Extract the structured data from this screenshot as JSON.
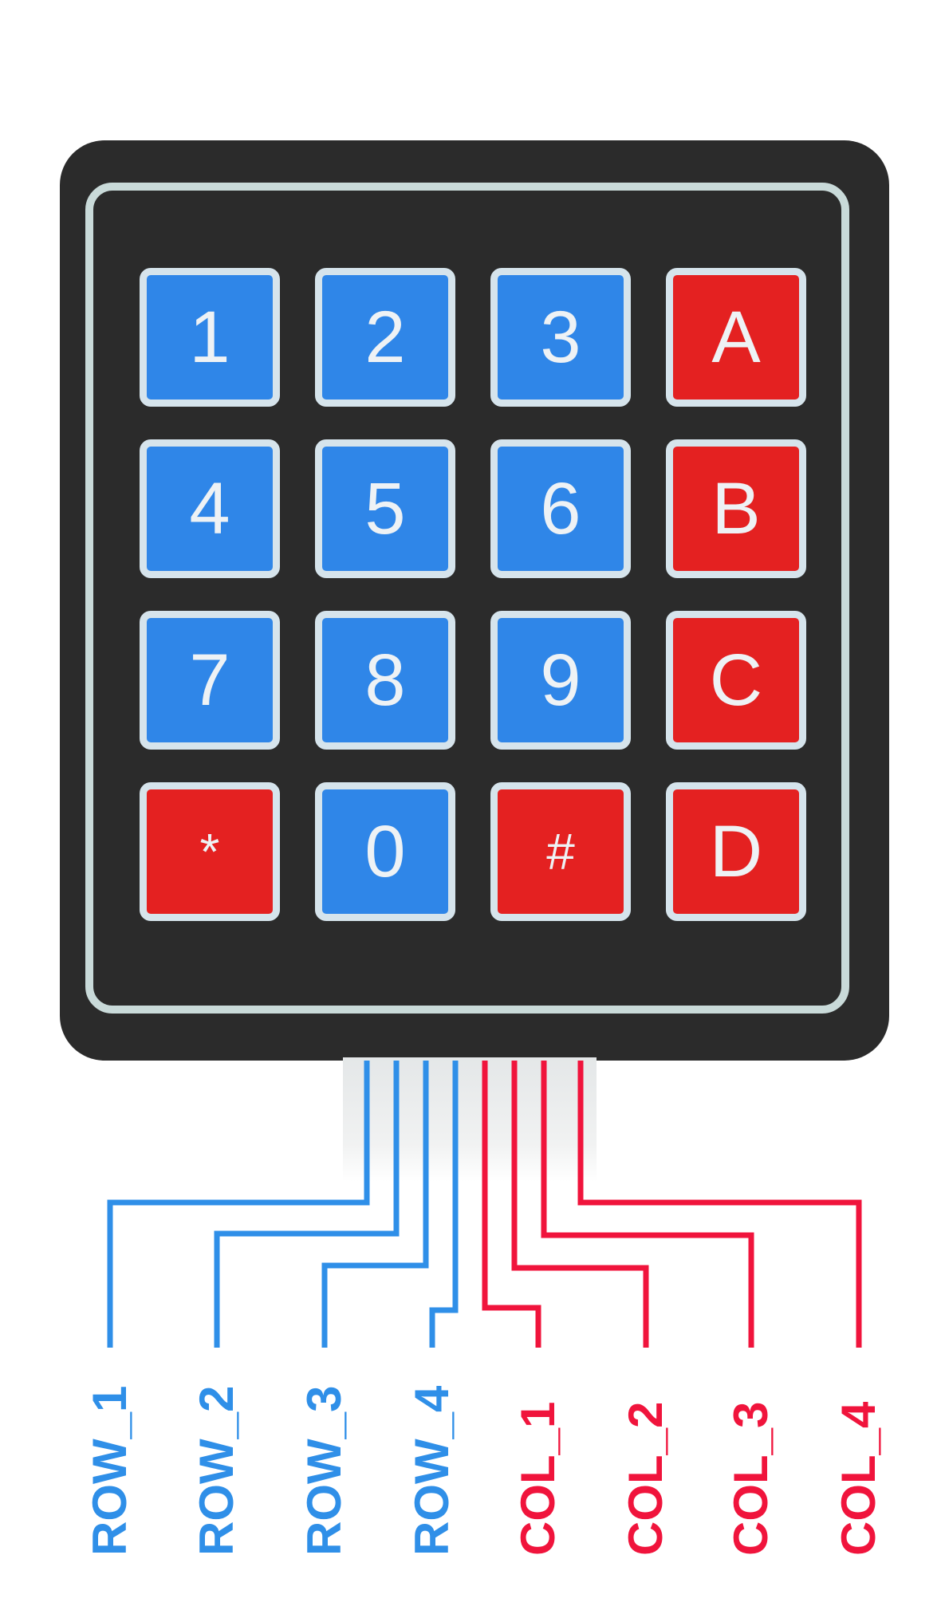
{
  "keys": [
    "1",
    "2",
    "3",
    "A",
    "4",
    "5",
    "6",
    "B",
    "7",
    "8",
    "9",
    "C",
    "*",
    "0",
    "#",
    "D"
  ],
  "key_colors": [
    "blue",
    "blue",
    "blue",
    "red",
    "blue",
    "blue",
    "blue",
    "red",
    "blue",
    "blue",
    "blue",
    "red",
    "red",
    "blue",
    "red",
    "red"
  ],
  "pins": [
    {
      "label": "ROW_1",
      "color": "#2f8fe8"
    },
    {
      "label": "ROW_2",
      "color": "#2f8fe8"
    },
    {
      "label": "ROW_3",
      "color": "#2f8fe8"
    },
    {
      "label": "ROW_4",
      "color": "#2f8fe8"
    },
    {
      "label": "COL_1",
      "color": "#f0143c"
    },
    {
      "label": "COL_2",
      "color": "#f0143c"
    },
    {
      "label": "COL_3",
      "color": "#f0143c"
    },
    {
      "label": "COL_4",
      "color": "#f0143c"
    }
  ],
  "colors": {
    "panel": "#2b2b2b",
    "key_blue": "#2f86e8",
    "key_red": "#e42121",
    "row_wire": "#2f8fe8",
    "col_wire": "#f0143c"
  }
}
